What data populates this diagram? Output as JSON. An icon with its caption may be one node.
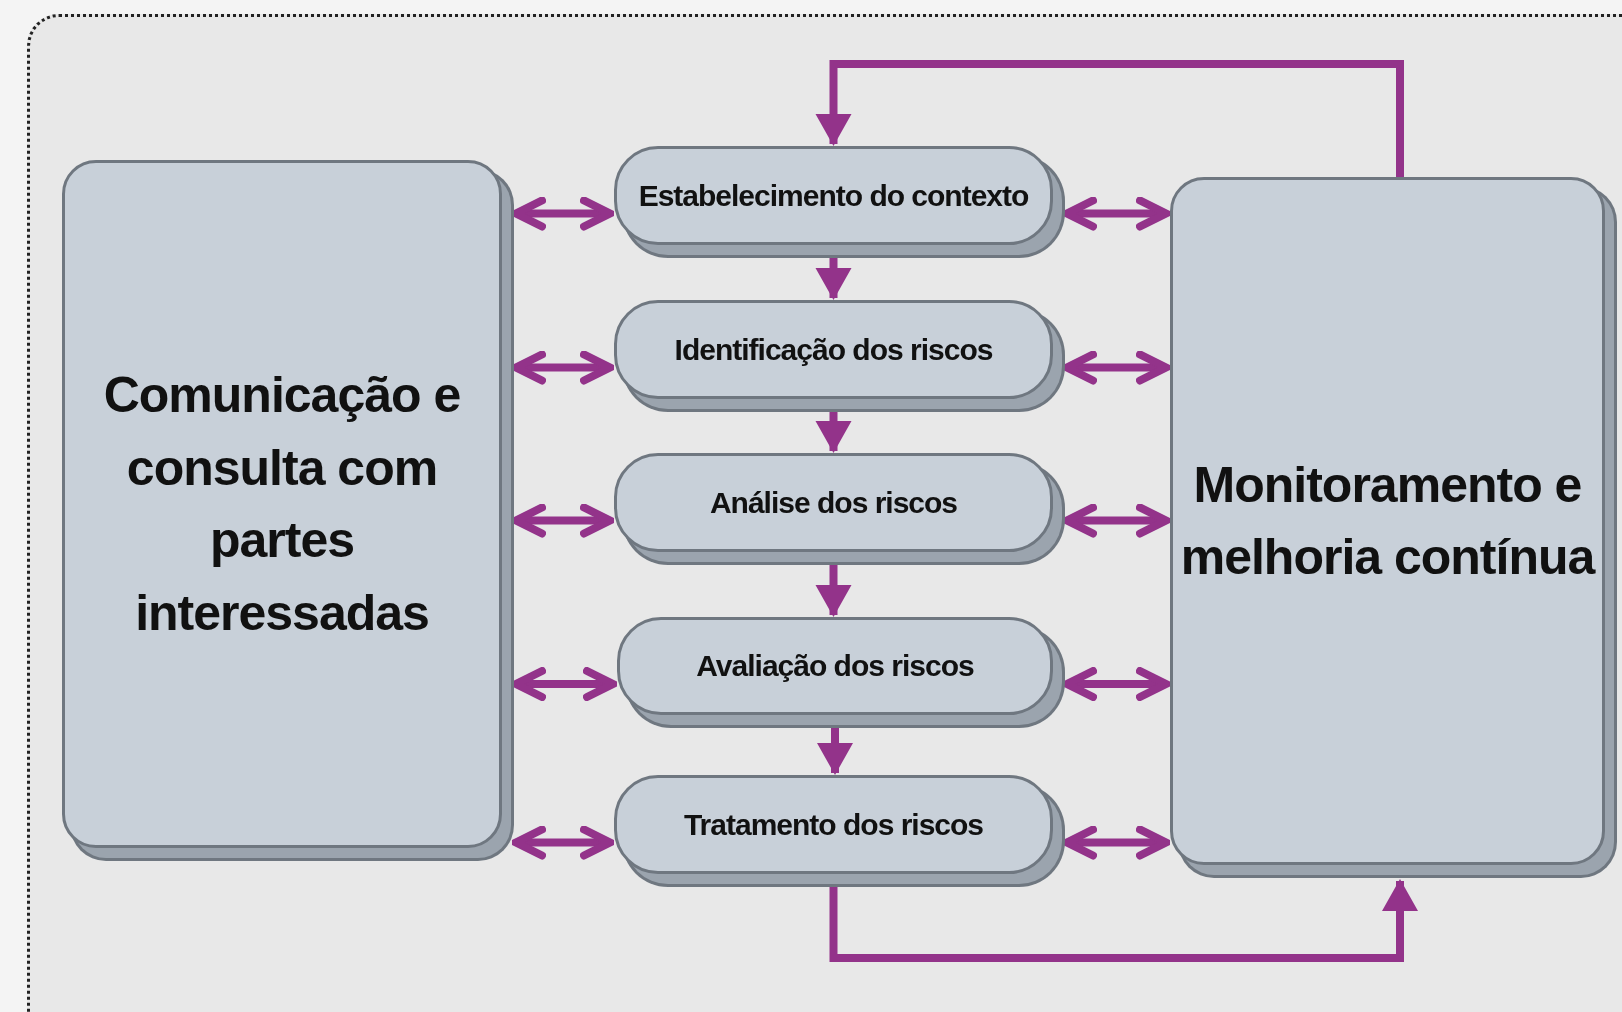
{
  "diagram": {
    "nodes": [
      {
        "text": [
          "Comunicação e consulta com partes interessadas"
        ]
      },
      {
        "text": [
          "Estabelecimento do contexto"
        ]
      },
      {
        "text": [
          "Identificação dos riscos"
        ]
      },
      {
        "text": [
          "Análise dos riscos"
        ]
      },
      {
        "text": [
          "Avaliação dos riscos"
        ]
      },
      {
        "text": [
          "Tratamento dos riscos"
        ]
      },
      {
        "text": [
          "Monitoramento e melhoria contínua"
        ]
      }
    ],
    "edges": [
      {
        "from": 0,
        "to": 1,
        "arrow": "both"
      },
      {
        "from": 0,
        "to": 2,
        "arrow": "both"
      },
      {
        "from": 0,
        "to": 3,
        "arrow": "both"
      },
      {
        "from": 0,
        "to": 4,
        "arrow": "both"
      },
      {
        "from": 0,
        "to": 5,
        "arrow": "both"
      },
      {
        "from": 1,
        "to": 6,
        "arrow": "both"
      },
      {
        "from": 2,
        "to": 6,
        "arrow": "both"
      },
      {
        "from": 3,
        "to": 6,
        "arrow": "both"
      },
      {
        "from": 4,
        "to": 6,
        "arrow": "both"
      },
      {
        "from": 5,
        "to": 6,
        "arrow": "both"
      },
      {
        "from": 1,
        "to": 2,
        "arrow": "to"
      },
      {
        "from": 2,
        "to": 3,
        "arrow": "to"
      },
      {
        "from": 3,
        "to": 4,
        "arrow": "to"
      },
      {
        "from": 4,
        "to": 5,
        "arrow": "to"
      },
      {
        "from": 6,
        "to": 1,
        "arrow": "to"
      },
      {
        "from": 5,
        "to": 6,
        "arrow": "to"
      }
    ]
  }
}
